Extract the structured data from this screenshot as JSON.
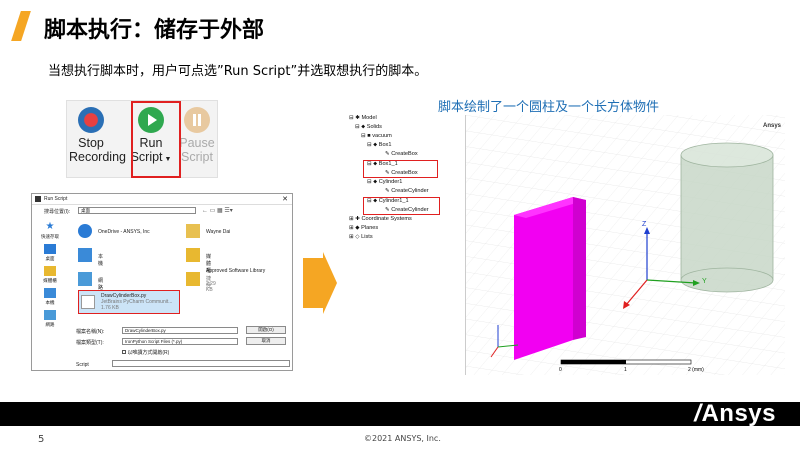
{
  "slide": {
    "title": "脚本执行：储存于外部",
    "subtitle": "当想执行脚本时，用户可点选”Run Script”并选取想执行的脚本。",
    "viewport_label": "脚本绘制了一个圆柱及一个长方体物件",
    "page_number": "5",
    "copyright": "©2021 ANSYS, Inc.",
    "logo": "Ansys",
    "accent_color": "#f5a623"
  },
  "toolbar": {
    "stop": [
      "Stop",
      "Recording"
    ],
    "run": [
      "Run",
      "Script"
    ],
    "pause": [
      "Pause",
      "Script"
    ]
  },
  "dialog": {
    "title": "Run Script",
    "lookin_label": "搜尋位置(I):",
    "lookin_value": "桌面",
    "side": [
      "快速存取",
      "桌面",
      "媒體櫃",
      "本機",
      "網路"
    ],
    "files": [
      {
        "name": "OneDrive - ANSYS, Inc"
      },
      {
        "name": "Wayne Dai"
      },
      {
        "name": "本機"
      },
      {
        "name": "媒體櫃"
      },
      {
        "name": "網路"
      },
      {
        "name": "Approved Software Library",
        "sub1": "捷徑",
        "sub2": "2.29 KB"
      },
      {
        "name": "DrawCylinderBox.py",
        "sub1": "JetBrains PyCharm Communit...",
        "sub2": "1.76 KB"
      }
    ],
    "filename_label": "檔案名稱(N):",
    "filename_value": "DrawCylinderBox.py",
    "filetype_label": "檔案類型(T):",
    "filetype_value": "IronPython Script Files (*.py)",
    "readonly_label": "以唯讀方式開啟(R)",
    "script_label": "Script",
    "open_btn": "開啟(O)",
    "cancel_btn": "取消"
  },
  "tree": {
    "nodes": [
      "Model",
      "Solids",
      "vacuum",
      "Box1",
      "CreateBox",
      "Box1_1",
      "CreateBox",
      "Cylinder1",
      "CreateCylinder",
      "Cylinder1_1",
      "CreateCylinder",
      "Coordinate Systems",
      "Planes",
      "Lists"
    ]
  },
  "viewport": {
    "brand": "Ansys",
    "axis_z": "Z",
    "axis_y": "Y",
    "scale_labels": [
      "0",
      "1",
      "2 (mm)"
    ],
    "box_color": "#ff00ff"
  }
}
